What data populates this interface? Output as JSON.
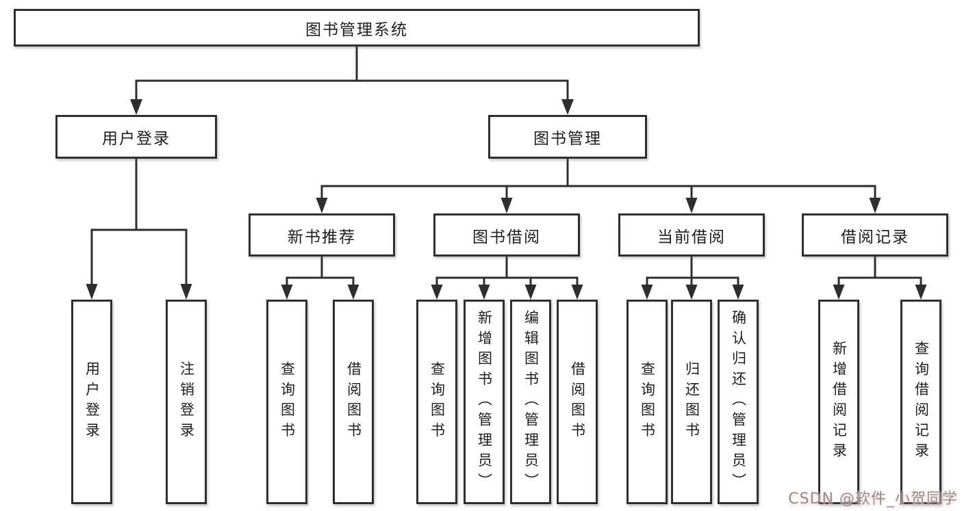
{
  "diagram": {
    "tree": {
      "label": "图书管理系统",
      "children": [
        {
          "label": "用户登录",
          "children": [
            {
              "label": "用户登录"
            },
            {
              "label": "注销登录"
            }
          ]
        },
        {
          "label": "图书管理",
          "children": [
            {
              "label": "新书推荐",
              "children": [
                {
                  "label": "查询图书"
                },
                {
                  "label": "借阅图书"
                }
              ]
            },
            {
              "label": "图书借阅",
              "children": [
                {
                  "label": "查询图书"
                },
                {
                  "label": "新增图书（管理员）"
                },
                {
                  "label": "编辑图书（管理员）"
                },
                {
                  "label": "借阅图书"
                }
              ]
            },
            {
              "label": "当前借阅",
              "children": [
                {
                  "label": "查询图书"
                },
                {
                  "label": "归还图书"
                },
                {
                  "label": "确认归还（管理员）"
                }
              ]
            },
            {
              "label": "借阅记录",
              "children": [
                {
                  "label": "新增借阅记录"
                },
                {
                  "label": "查询借阅记录"
                }
              ]
            }
          ]
        }
      ]
    },
    "colors": {
      "line": "#2e2e2e",
      "box_border": "#2f2f2f",
      "box_background": "#ffffff",
      "text": "#1d1d1d",
      "watermark_text": "#8e8e8e",
      "watermark_glow": "#ffb0b0"
    }
  },
  "watermark": {
    "text": "CSDN @软件_小贺同学"
  }
}
